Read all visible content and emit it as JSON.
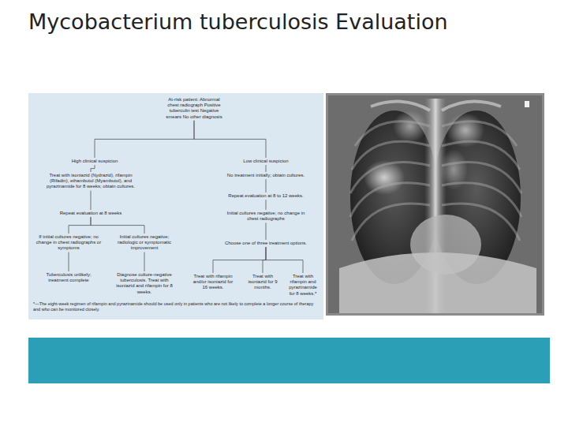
{
  "diagram": {
    "title": "Mycobacterium tuberculosis Evaluation",
    "nodes": [
      {
        "text": [
          "At-risk patient: Abnormal chest radiograph Positive tuberculin test Negative smears No other diagnosis"
        ]
      },
      {
        "text": [
          "High clinical suspicion"
        ]
      },
      {
        "text": [
          "Treat with isoniazid (Nydrazid), rifampin (Rifadin), ethambutol (Myambutol), and pyrazinamide for 8 weeks; obtain cultures."
        ]
      },
      {
        "text": [
          "Repeat evaluation at 8 weeks"
        ]
      },
      {
        "text": [
          "If initial cultures negative; no change in chest radiographs or symptoms"
        ]
      },
      {
        "text": [
          "Tuberculosis unlikely; treatment complete"
        ]
      },
      {
        "text": [
          "Initial cultures negative; radiologic or symptomatic improvement"
        ]
      },
      {
        "text": [
          "Diagnose culture-negative tuberculosis. Treat with isoniazid and rifampin for 8 weeks."
        ]
      },
      {
        "text": [
          "Low clinical suspicion"
        ]
      },
      {
        "text": [
          "No treatment initially; obtain cultures."
        ]
      },
      {
        "text": [
          "Repeat evaluation at 8 to 12 weeks."
        ]
      },
      {
        "text": [
          "Initial cultures negative; no change in chest radiographs"
        ]
      },
      {
        "text": [
          "Choose one of three treatment options."
        ]
      },
      {
        "text": [
          "Treat with rifampin and/or isoniazid for 16 weeks."
        ]
      },
      {
        "text": [
          "Treat with isoniazid for 9 months."
        ]
      },
      {
        "text": [
          "Treat with rifampin and pyrazinamide for 8 weeks.*"
        ]
      }
    ],
    "edges": [
      {
        "from": 0,
        "to": 1,
        "arrow": "none"
      },
      {
        "from": 0,
        "to": 8,
        "arrow": "none"
      },
      {
        "from": 1,
        "to": 2,
        "arrow": "none"
      },
      {
        "from": 2,
        "to": 3,
        "arrow": "none"
      },
      {
        "from": 3,
        "to": 4,
        "arrow": "none"
      },
      {
        "from": 3,
        "to": 6,
        "arrow": "none"
      },
      {
        "from": 4,
        "to": 5,
        "arrow": "none"
      },
      {
        "from": 6,
        "to": 7,
        "arrow": "none"
      },
      {
        "from": 8,
        "to": 9,
        "arrow": "none"
      },
      {
        "from": 9,
        "to": 10,
        "arrow": "none"
      },
      {
        "from": 10,
        "to": 11,
        "arrow": "none"
      },
      {
        "from": 11,
        "to": 12,
        "arrow": "none"
      },
      {
        "from": 12,
        "to": 13,
        "arrow": "none"
      },
      {
        "from": 12,
        "to": 14,
        "arrow": "none"
      },
      {
        "from": 12,
        "to": 15,
        "arrow": "none"
      }
    ],
    "labels": [
      "*—The eight-week regimen of rifampin and pyrazinamide should be used only in patients who are not likely to complete a longer course of therapy and who can be monitored closely."
    ]
  }
}
